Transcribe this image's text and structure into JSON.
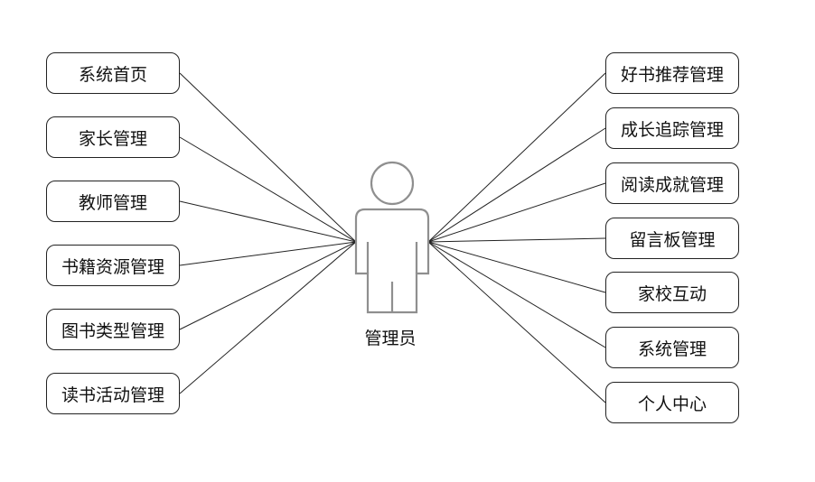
{
  "actor": {
    "label": "管理员",
    "icon": "person-icon"
  },
  "left_items": [
    {
      "label": "系统首页"
    },
    {
      "label": "家长管理"
    },
    {
      "label": "教师管理"
    },
    {
      "label": "书籍资源管理"
    },
    {
      "label": "图书类型管理"
    },
    {
      "label": "读书活动管理"
    }
  ],
  "right_items": [
    {
      "label": "好书推荐管理"
    },
    {
      "label": "成长追踪管理"
    },
    {
      "label": "阅读成就管理"
    },
    {
      "label": "留言板管理"
    },
    {
      "label": "家校互动"
    },
    {
      "label": "系统管理"
    },
    {
      "label": "个人中心"
    }
  ],
  "colors": {
    "line": "#222222",
    "actor_outline": "#8f8f8f"
  }
}
